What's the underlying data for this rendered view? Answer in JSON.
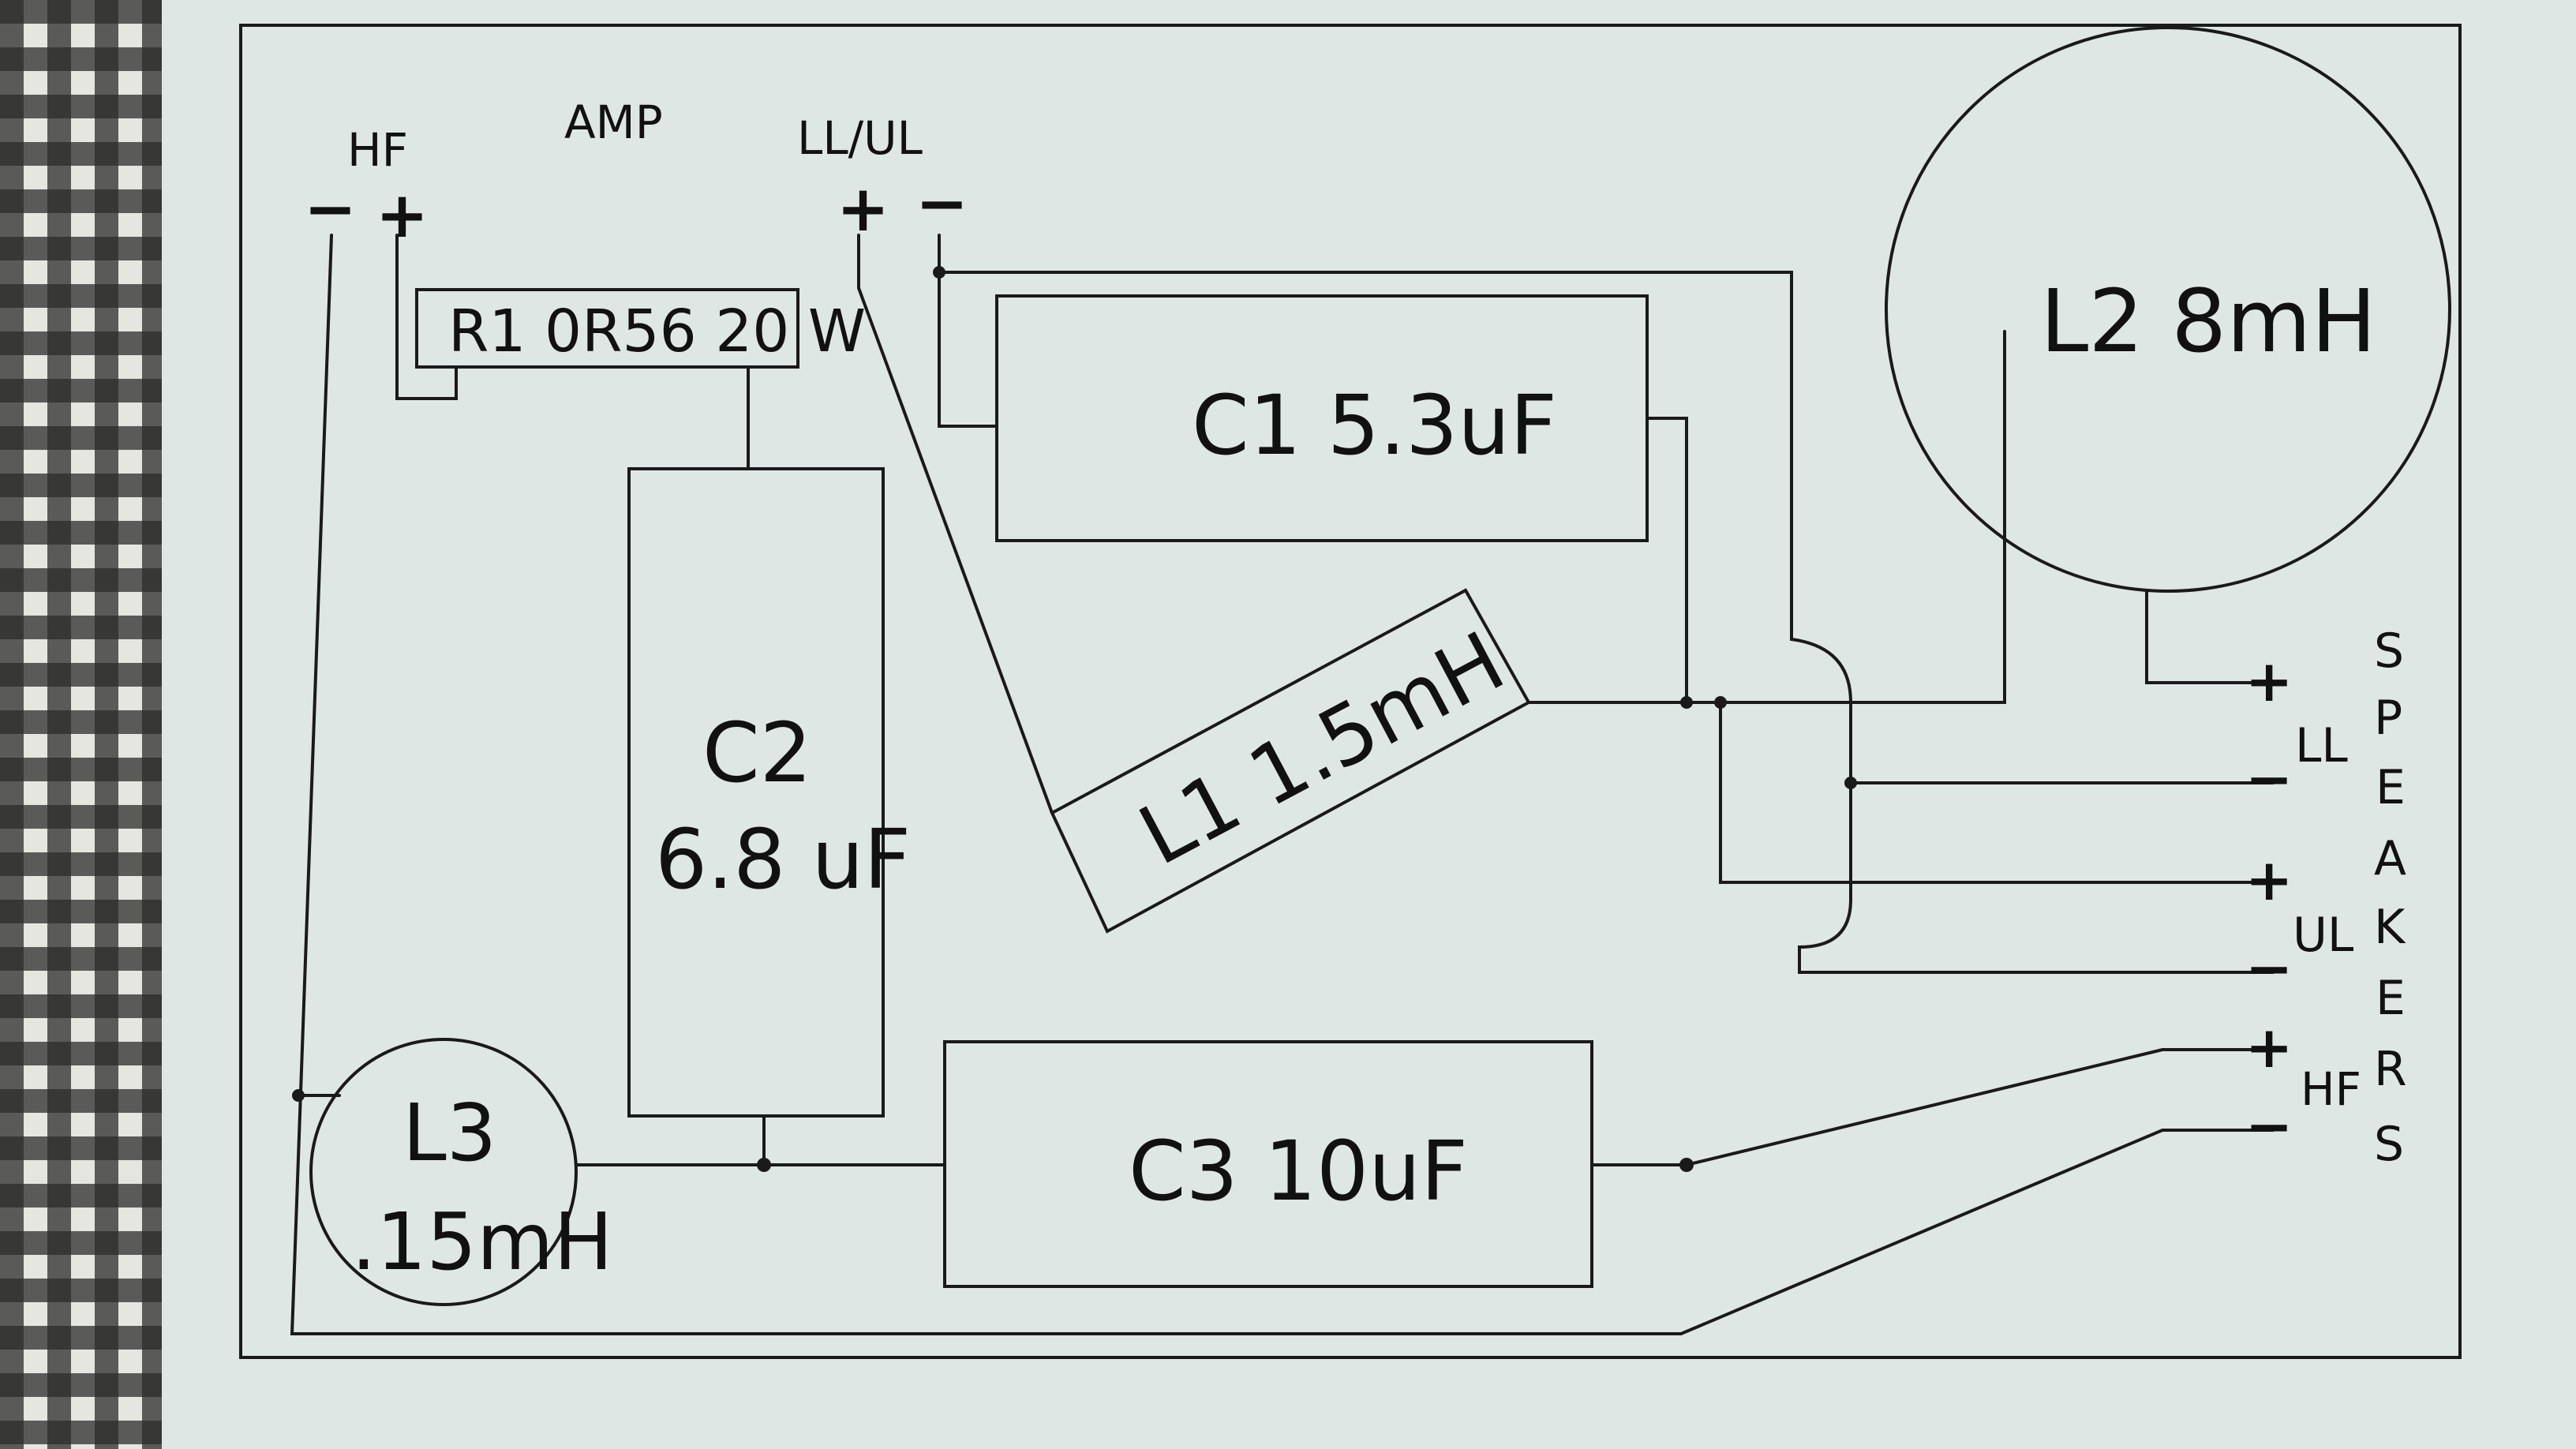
{
  "labels": {
    "hf_top": "HF",
    "amp": "AMP",
    "llul": "LL/UL",
    "hf_minus": "−",
    "hf_plus": "+",
    "llul_plus": "+",
    "llul_minus": "−",
    "r1": "R1 0R56 20 W",
    "c1": "C1  5.3uF",
    "c2_line1": "C2",
    "c2_line2": "6.8 uF",
    "l1": "L1 1.5mH",
    "l2": "L2  8mH",
    "l3_line1": "L3",
    "l3_line2": ".15mH",
    "c3": "C3  10uF",
    "out_plus_1": "+",
    "out_minus_1": "−",
    "out_plus_2": "+",
    "out_minus_2": "−",
    "out_plus_3": "+",
    "out_minus_3": "−",
    "ll": "LL",
    "ul": "UL",
    "hf_out": "HF",
    "speakers": [
      "S",
      "P",
      "E",
      "A",
      "K",
      "E",
      "R",
      "S"
    ]
  },
  "colors": {
    "paper": "#dfe7e5",
    "ink": "#1a1a1a",
    "cloth_dark": "#222222",
    "cloth_light": "#e6e6e0"
  }
}
